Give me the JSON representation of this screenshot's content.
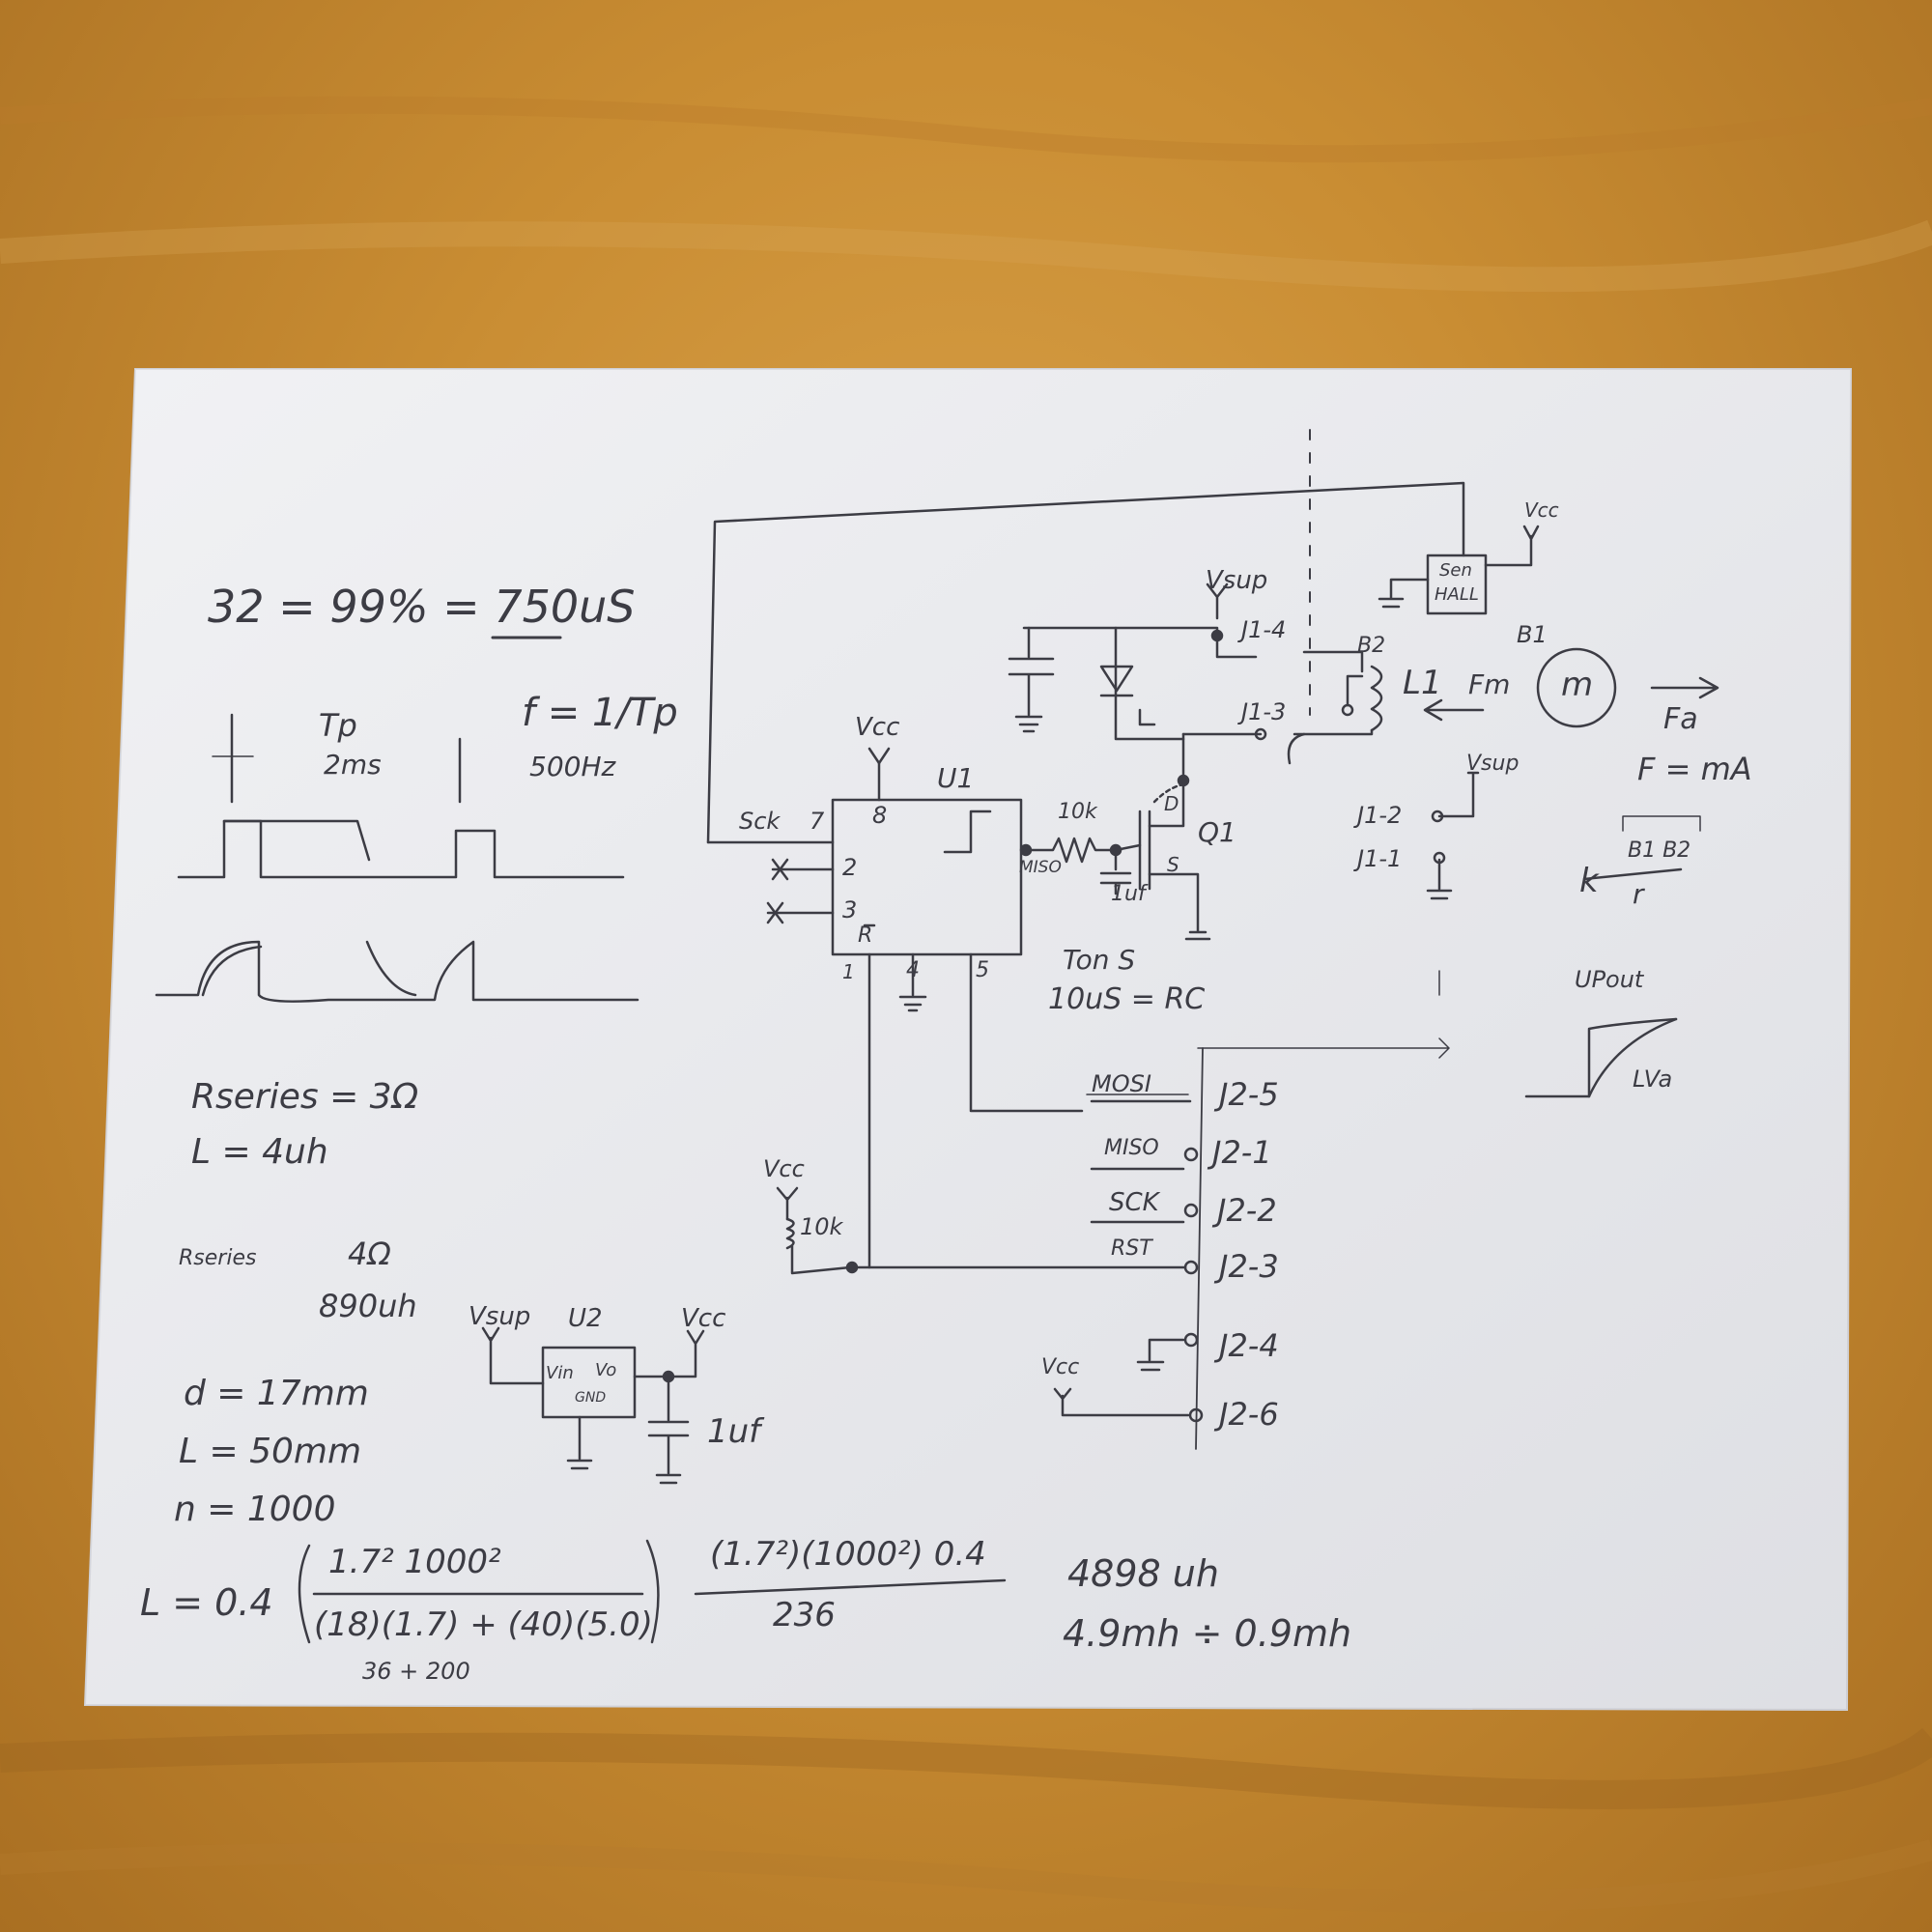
{
  "colors": {
    "table": "#c98d33",
    "paper": "#e9eaee",
    "ink": "#3c3c44"
  },
  "left_notes": {
    "duty": "32 = 99% = 750uS",
    "tp": "Tp",
    "tp_val": "2ms",
    "freq": "f = 1/Tp",
    "freq_val": "500Hz",
    "rseries": "Rseries = 3Ω",
    "l_val": "L = 4uh",
    "rseries2": "Rseries",
    "r2_val": "4Ω",
    "l2_val": "890uh",
    "d": "d = 17mm",
    "l_len": "L = 50mm",
    "n": "n = 1000",
    "formula_l": "L = 0.4",
    "formula_num": "1.7² 1000²",
    "formula_den": "(18)(1.7) + (40)(5.0)",
    "formula_den2": "36 + 200",
    "formula2_num": "(1.7²)(1000²) 0.4",
    "formula2_den": "236",
    "result1": "4898 uh",
    "result2": "4.9mh ÷ 0.9mh"
  },
  "schematic": {
    "u1": "U1",
    "vcc_u1": "Vcc",
    "pin7": "7",
    "pin8": "8",
    "pin2": "2",
    "pin3": "3",
    "pin_r": "R",
    "pin1": "1",
    "pin4": "4",
    "pin5": "5",
    "sck": "Sck",
    "miso_pin": "MISO",
    "r10k": "10k",
    "cap_1uf": "1uf",
    "q1": "Q1",
    "d_pin": "D",
    "s_pin": "S",
    "ton": "Ton S",
    "rc": "10uS = RC",
    "vsup": "Vsup",
    "j1_4": "J1-4",
    "j1_3": "J1-3",
    "b2": "B2",
    "l1": "L1",
    "fm": "Fm",
    "b1": "B1",
    "m": "m",
    "fa": "Fa",
    "fma": "F = mA",
    "vsup2": "Vsup",
    "j1_2": "J1-2",
    "j1_1": "J1-1",
    "k_eq": "k",
    "k_num": "B1 B2",
    "k_den": "r",
    "vcc_hall": "Vcc",
    "sen": "Sen",
    "hall": "HALL",
    "upout": "UPout",
    "lva": "LVa",
    "mosi": "MOSI",
    "j2_5": "J2-5",
    "miso": "MISO",
    "j2_1": "J2-1",
    "sck2": "SCK",
    "j2_2": "J2-2",
    "rst": "RST",
    "j2_3": "J2-3",
    "j2_4": "J2-4",
    "j2_6": "J2-6",
    "vcc_j2": "Vcc",
    "vcc_rst": "Vcc",
    "r10k_2": "10k",
    "vsup_u2": "Vsup",
    "u2": "U2",
    "vcc_u2": "Vcc",
    "vin": "Vin",
    "vout": "Vo",
    "gnd": "GND",
    "cap_u2": "1uf"
  }
}
